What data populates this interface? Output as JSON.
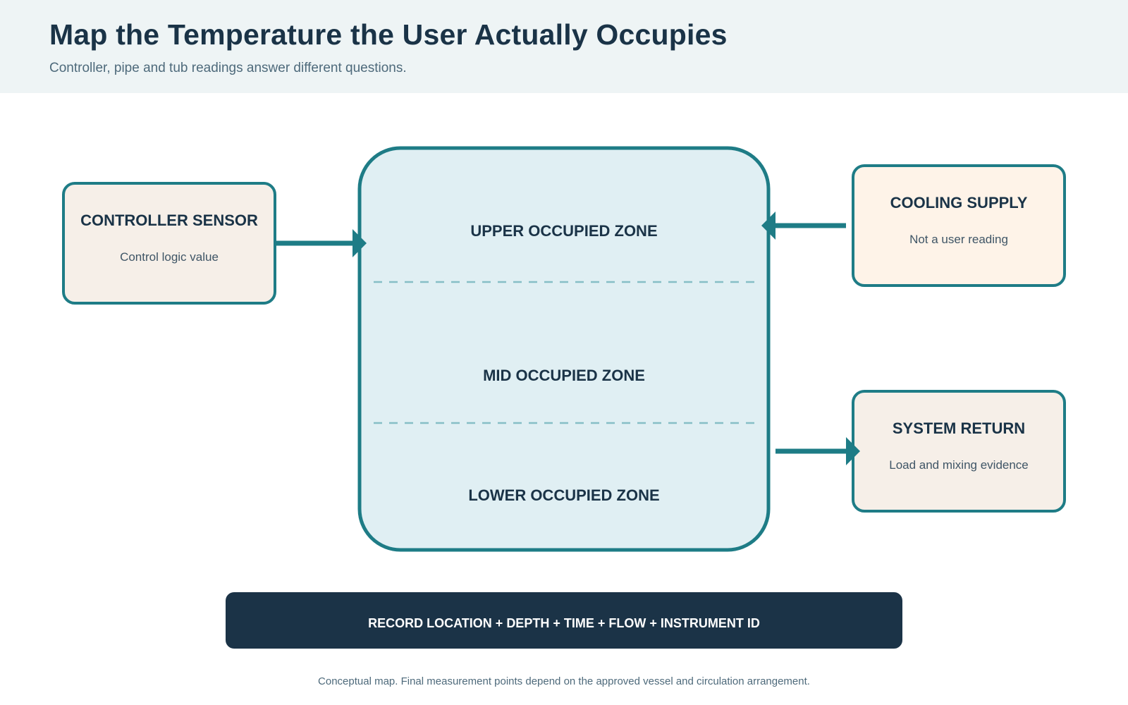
{
  "header": {
    "title": "Map the Temperature the User Actually Occupies",
    "subtitle": "Controller, pipe and tub readings answer different questions."
  },
  "vessel": {
    "zones": [
      {
        "label": "UPPER OCCUPIED ZONE"
      },
      {
        "label": "MID OCCUPIED ZONE"
      },
      {
        "label": "LOWER OCCUPIED ZONE"
      }
    ]
  },
  "nodes": {
    "controller_sensor": {
      "title": "CONTROLLER SENSOR",
      "subtitle": "Control logic value"
    },
    "cooling_supply": {
      "title": "COOLING SUPPLY",
      "subtitle": "Not a user reading"
    },
    "system_return": {
      "title": "SYSTEM RETURN",
      "subtitle": "Load and mixing evidence"
    }
  },
  "banner": {
    "text": "RECORD LOCATION + DEPTH + TIME + FLOW + INSTRUMENT ID"
  },
  "footnote": "Conceptual map. Final measurement points depend on the approved vessel and circulation arrangement.",
  "colors": {
    "accent_teal": "#1e7c86",
    "vessel_fill": "#e0eff3",
    "node_fill_warm": "#f6efe8",
    "node_fill_cream": "#fef3e8",
    "banner_fill": "#1b3347",
    "header_fill": "#eef4f5",
    "text_dark": "#1a3347"
  }
}
